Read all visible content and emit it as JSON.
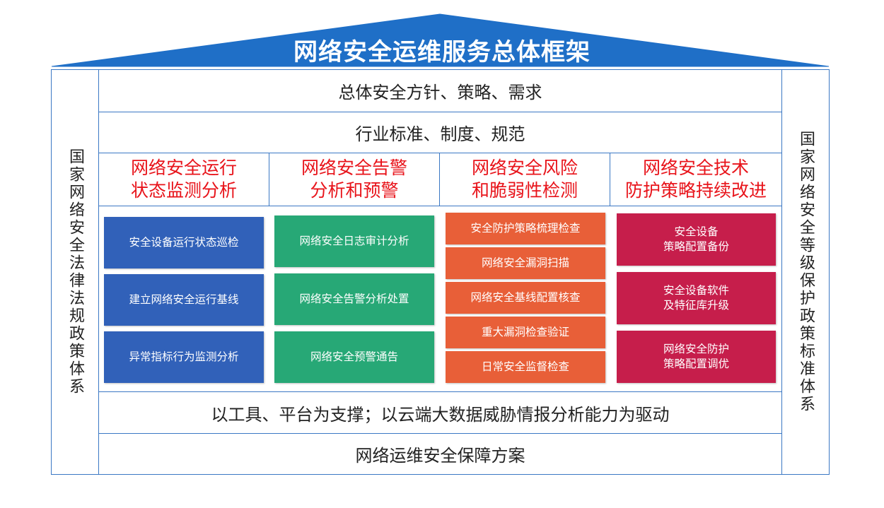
{
  "title": "网络安全运维服务总体框架",
  "colors": {
    "roof": "#1f6fc7",
    "border": "#3b78c4",
    "heading": "#e8131a",
    "blue": "#3161b9",
    "green": "#27a876",
    "orange": "#e85f38",
    "crimson": "#c61e4b"
  },
  "left_pillar": "国家网络安全法律法规政策体系",
  "right_pillar": "国家网络安全等级保护政策标准体系",
  "bands": {
    "top1": "总体安全方针、策略、需求",
    "top2": "行业标准、制度、规范",
    "bottom1": "以工具、平台为支撑；以云端大数据威胁情报分析能力为驱动",
    "bottom2": "网络运维安全保障方案"
  },
  "columns": [
    {
      "heading": [
        "网络安全运行",
        "状态监测分析"
      ],
      "items": [
        "安全设备运行状态巡检",
        "建立网络安全运行基线",
        "异常指标行为监测分析"
      ]
    },
    {
      "heading": [
        "网络安全告警",
        "分析和预警"
      ],
      "items": [
        "网络安全日志审计分析",
        "网络安全告警分析处置",
        "网络安全预警通告"
      ]
    },
    {
      "heading": [
        "网络安全风险",
        "和脆弱性检测"
      ],
      "items": [
        "安全防护策略梳理检查",
        "网络安全漏洞扫描",
        "网络安全基线配置核查",
        "重大漏洞检查验证",
        "日常安全监督检查"
      ]
    },
    {
      "heading": [
        "网络安全技术",
        "防护策略持续改进"
      ],
      "items": [
        "安全设备\n策略配置备份",
        "安全设备软件\n及特征库升级",
        "网络安全防护\n策略配置调优"
      ]
    }
  ]
}
